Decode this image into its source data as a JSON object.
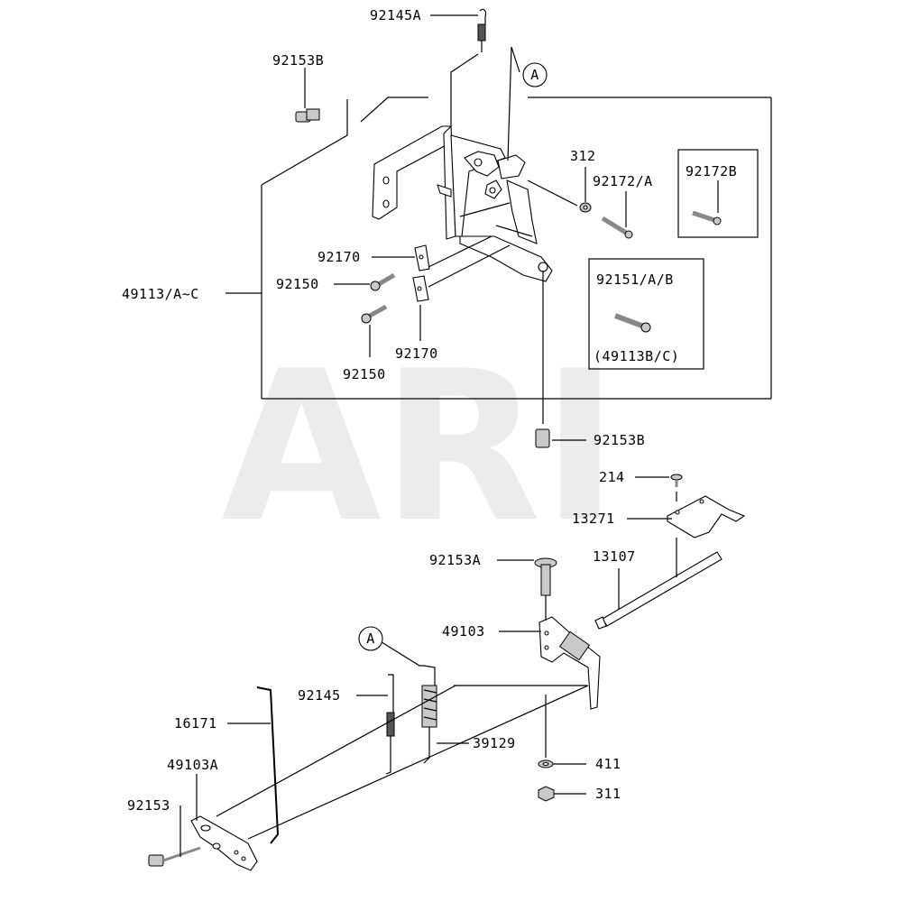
{
  "watermark": "ARI",
  "callouts": {
    "a_top": "A",
    "a_bottom": "A"
  },
  "labels": {
    "p92145A": "92145A",
    "p92153B_top": "92153B",
    "p312": "312",
    "p92172A": "92172/A",
    "p92172B": "92172B",
    "p92170_a": "92170",
    "p92150_a": "92150",
    "p49113": "49113/A~C",
    "p92150_b": "92150",
    "p92170_b": "92170",
    "p92151": "92151/A/B",
    "p49113BC": "(49113B/C)",
    "p92153B_mid": "92153B",
    "p214": "214",
    "p13271": "13271",
    "p92153A": "92153A",
    "p13107": "13107",
    "p49103": "49103",
    "p92145": "92145",
    "p16171": "16171",
    "p39129": "39129",
    "p49103A": "49103A",
    "p411": "411",
    "p92153": "92153",
    "p311": "311"
  }
}
